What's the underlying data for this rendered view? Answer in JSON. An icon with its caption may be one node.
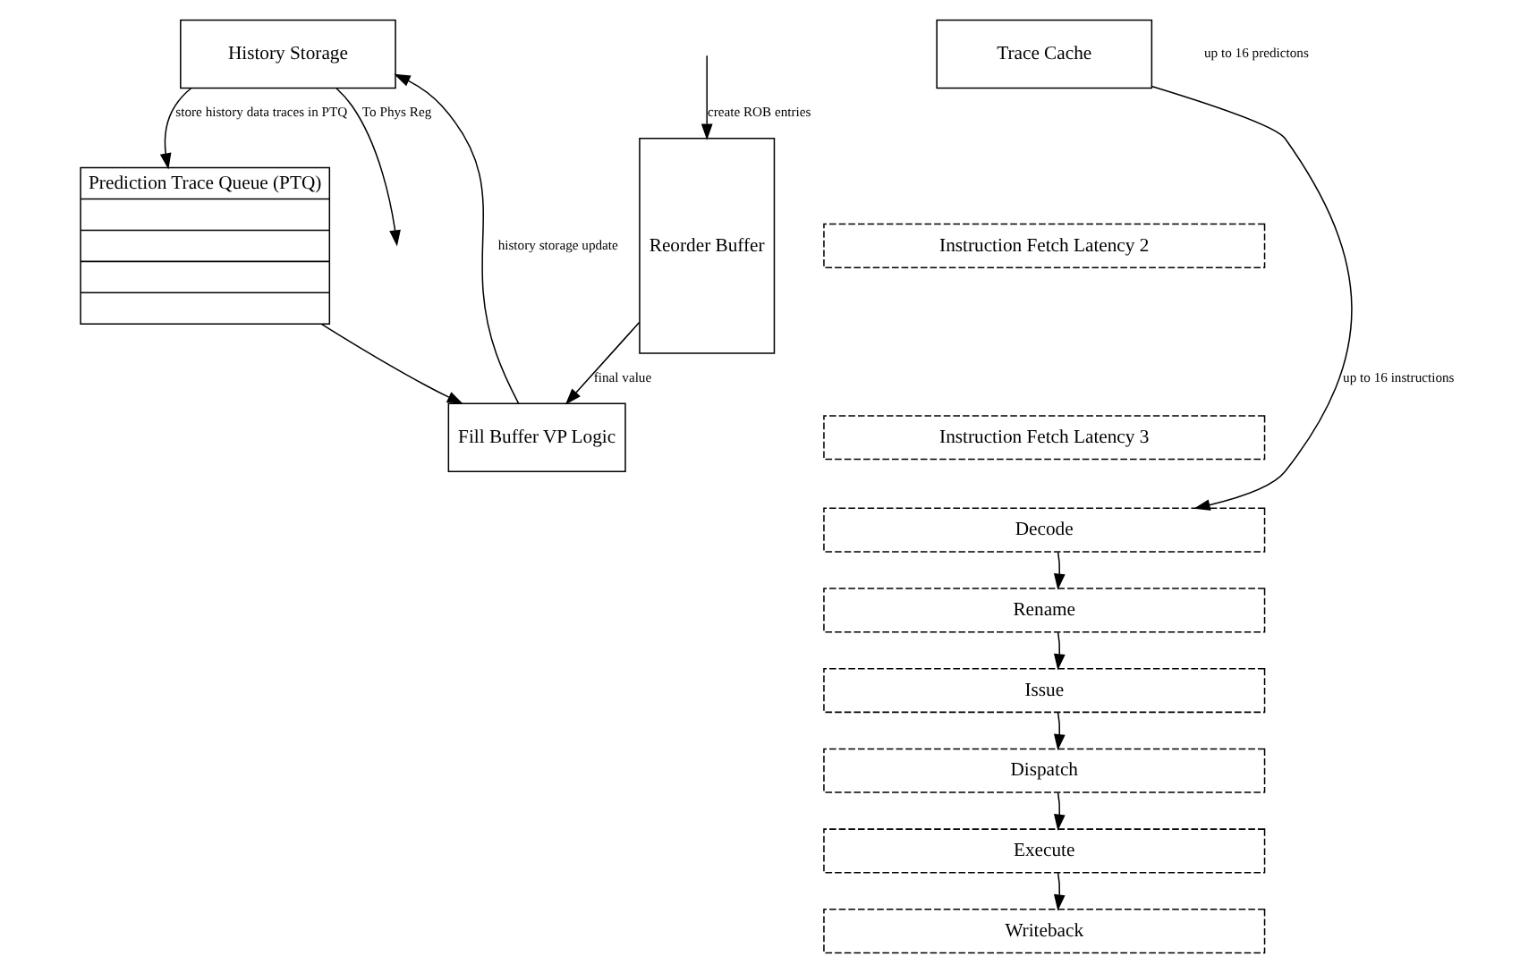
{
  "diagram": {
    "nodes": [
      {
        "text": [
          "History Storage"
        ]
      },
      {
        "text": [
          "Trace Cache"
        ]
      },
      {
        "text": [
          "Prediction Trace Queue (PTQ)"
        ]
      },
      {
        "text": [
          "Reorder Buffer"
        ]
      },
      {
        "text": [
          "Fill Buffer VP Logic"
        ]
      },
      {
        "text": [
          "Instruction Fetch Latency 2"
        ]
      },
      {
        "text": [
          "Instruction Fetch Latency 3"
        ]
      },
      {
        "text": [
          "Decode"
        ]
      },
      {
        "text": [
          "Rename"
        ]
      },
      {
        "text": [
          "Issue"
        ]
      },
      {
        "text": [
          "Dispatch"
        ]
      },
      {
        "text": [
          "Execute"
        ]
      },
      {
        "text": [
          "Writeback"
        ]
      }
    ],
    "edges": [
      {
        "from": 4,
        "to": 0,
        "arrow": "to",
        "label": "history storage update"
      },
      {
        "from": 0,
        "to": 2,
        "arrow": "to",
        "label": "store history data traces in PTQ"
      },
      {
        "from": 0,
        "to": null,
        "arrow": "to",
        "label": "To Phys Reg"
      },
      {
        "from": null,
        "to": 3,
        "arrow": "to",
        "label": "create ROB entries"
      },
      {
        "from": 2,
        "to": 4,
        "arrow": "to"
      },
      {
        "from": 3,
        "to": 4,
        "arrow": "to",
        "label": "final value"
      },
      {
        "from": 1,
        "to": 7,
        "arrow": "to",
        "label": "up to 16 instructions"
      },
      {
        "from": 7,
        "to": 8,
        "arrow": "to"
      },
      {
        "from": 8,
        "to": 9,
        "arrow": "to"
      },
      {
        "from": 9,
        "to": 10,
        "arrow": "to"
      },
      {
        "from": 10,
        "to": 11,
        "arrow": "to"
      },
      {
        "from": 11,
        "to": 12,
        "arrow": "to"
      }
    ],
    "labels": [
      "up to 16 predictons"
    ]
  }
}
